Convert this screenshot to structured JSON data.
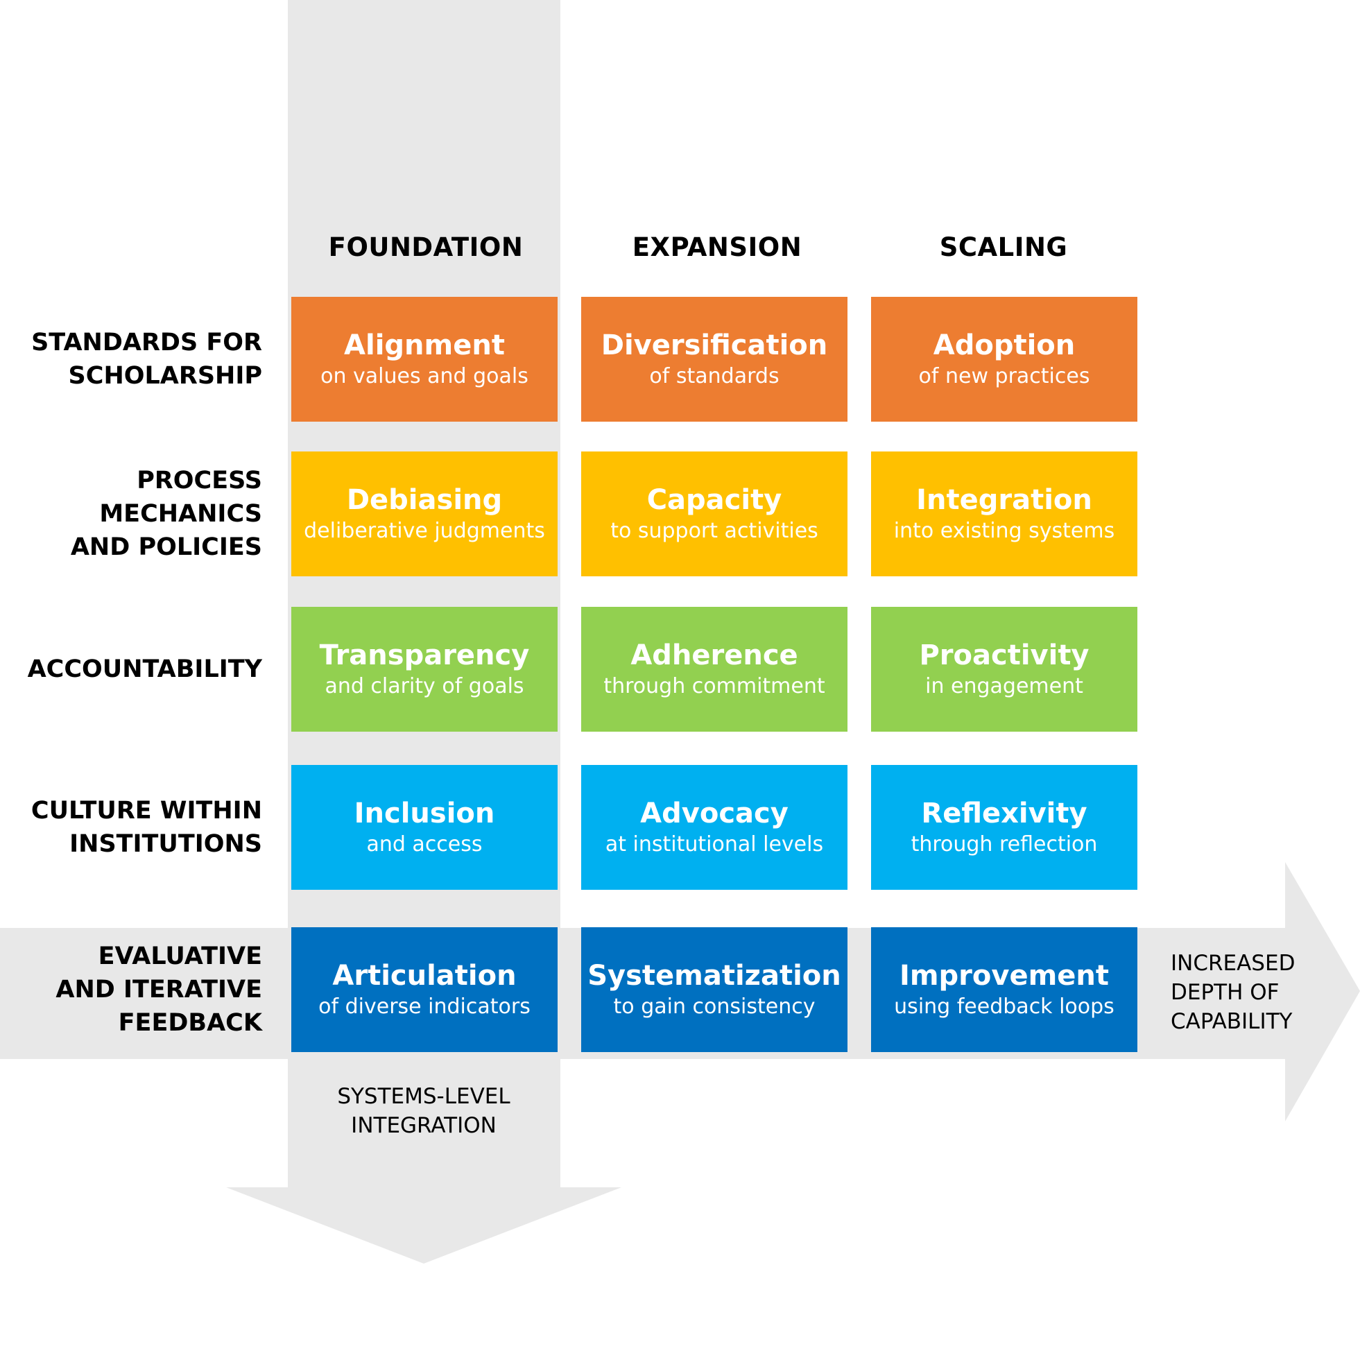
{
  "colors": {
    "band": "#e8e8e8",
    "orange": "#ed7d31",
    "yellow": "#ffc000",
    "green": "#92d050",
    "lightblue": "#00b0f0",
    "darkblue": "#0070c0"
  },
  "columns": [
    "FOUNDATION",
    "EXPANSION",
    "SCALING"
  ],
  "rows": [
    {
      "label": [
        "STANDARDS FOR",
        "SCHOLARSHIP"
      ],
      "color": "#ed7d31",
      "cells": [
        {
          "title": "Alignment",
          "sub": "on values and goals"
        },
        {
          "title": "Diversification",
          "sub": "of standards"
        },
        {
          "title": "Adoption",
          "sub": "of new practices"
        }
      ]
    },
    {
      "label": [
        "PROCESS",
        "MECHANICS",
        "AND POLICIES"
      ],
      "color": "#ffc000",
      "cells": [
        {
          "title": "Debiasing",
          "sub": "deliberative judgments"
        },
        {
          "title": "Capacity",
          "sub": "to support activities"
        },
        {
          "title": "Integration",
          "sub": "into existing systems"
        }
      ]
    },
    {
      "label": [
        "ACCOUNTABILITY"
      ],
      "color": "#92d050",
      "cells": [
        {
          "title": "Transparency",
          "sub": "and clarity of goals"
        },
        {
          "title": "Adherence",
          "sub": "through commitment"
        },
        {
          "title": "Proactivity",
          "sub": "in engagement"
        }
      ]
    },
    {
      "label": [
        "CULTURE WITHIN",
        "INSTITUTIONS"
      ],
      "color": "#00b0f0",
      "cells": [
        {
          "title": "Inclusion",
          "sub": "and access"
        },
        {
          "title": "Advocacy",
          "sub": "at institutional levels"
        },
        {
          "title": "Reflexivity",
          "sub": "through reflection"
        }
      ]
    },
    {
      "label": [
        "EVALUATIVE",
        "AND ITERATIVE",
        "FEEDBACK"
      ],
      "color": "#0070c0",
      "cells": [
        {
          "title": "Articulation",
          "sub": "of diverse indicators"
        },
        {
          "title": "Systematization",
          "sub": "to gain consistency"
        },
        {
          "title": "Improvement",
          "sub": "using feedback loops"
        }
      ]
    }
  ],
  "right_note": [
    "INCREASED",
    "DEPTH OF",
    "CAPABILITY"
  ],
  "bottom_note": [
    "SYSTEMS-LEVEL",
    "INTEGRATION"
  ]
}
